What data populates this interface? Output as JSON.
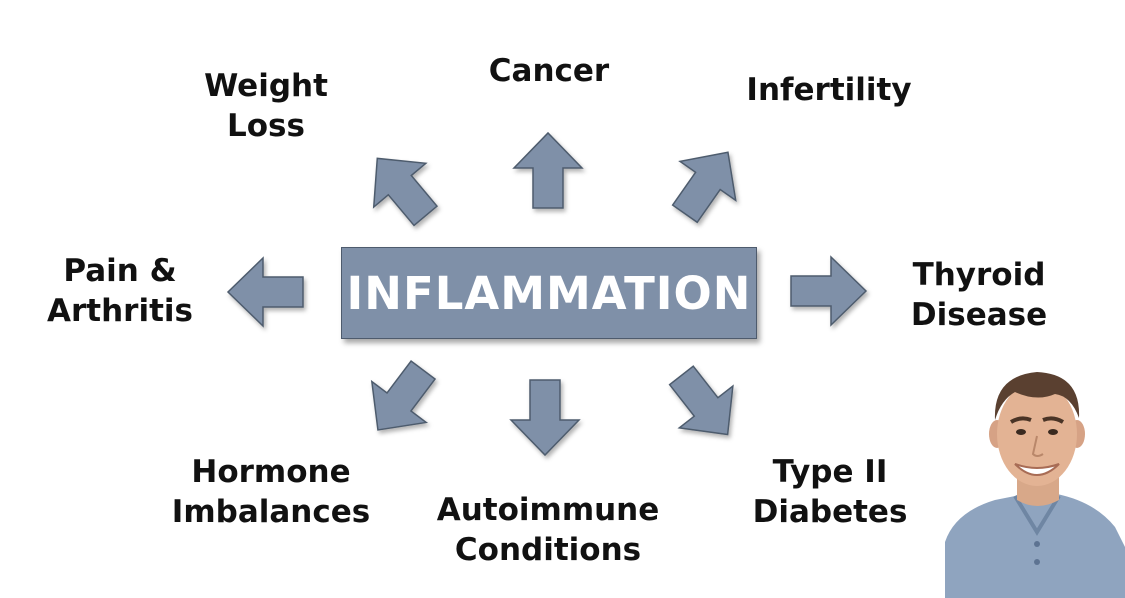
{
  "diagram": {
    "center": "INFLAMMATION",
    "outcomes": {
      "weight_loss": [
        "Weight",
        "Loss"
      ],
      "cancer": [
        "Cancer"
      ],
      "infertility": [
        "Infertility"
      ],
      "pain_arthritis": [
        "Pain &",
        "Arthritis"
      ],
      "thyroid_disease": [
        "Thyroid",
        "Disease"
      ],
      "hormone_imbalances": [
        "Hormone",
        "Imbalances"
      ],
      "autoimmune_conditions": [
        "Autoimmune",
        "Conditions"
      ],
      "type2_diabetes": [
        "Type II",
        "Diabetes"
      ]
    },
    "colors": {
      "box_fill": "#7f90a8",
      "arrow_fill": "#7f90a8",
      "arrow_stroke": "#4e5b6d",
      "label_text": "#111111",
      "center_text": "#ffffff"
    }
  },
  "presenter": {
    "icon": "presenter-portrait-icon"
  }
}
